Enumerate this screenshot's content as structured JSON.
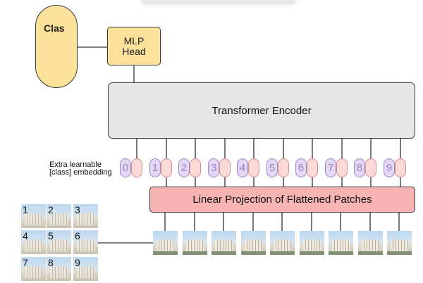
{
  "class_box": {
    "label": "Clas"
  },
  "mlp_head": {
    "line1": "MLP",
    "line2": "Head"
  },
  "encoder": {
    "label": "Transformer Encoder"
  },
  "linear_projection": {
    "label": "Linear Projection of Flattened Patches"
  },
  "extra_embedding": {
    "line1": "Extra learnable",
    "line2": "[class] embedding"
  },
  "tokens": [
    "0",
    "1",
    "2",
    "3",
    "4",
    "5",
    "6",
    "7",
    "8",
    "9"
  ],
  "patch_grid": [
    "1",
    "2",
    "3",
    "4",
    "5",
    "6",
    "7",
    "8",
    "9"
  ],
  "colors": {
    "class_box": "#fbe19a",
    "encoder": "#e6e6e9",
    "linear_projection": "#f6b3b3",
    "position_embedding": "#e3d7f4",
    "patch_embedding": "#fbd9d6"
  }
}
